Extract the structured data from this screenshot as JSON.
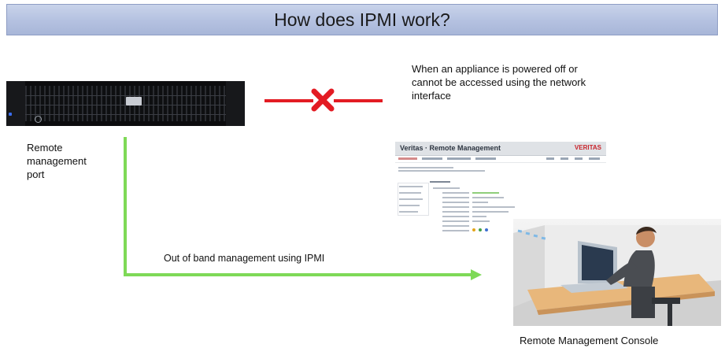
{
  "title": "How does IPMI work?",
  "appliance": {
    "label": "Remote management port"
  },
  "note": {
    "text": "When an appliance is powered off or cannot be accessed using the network interface"
  },
  "arrow": {
    "label": "Out of band management using IPMI"
  },
  "console": {
    "label": "Remote Management Console",
    "web_title": "Veritas · Remote Management",
    "web_brand": "VERITAS"
  },
  "colors": {
    "title_bar": "#b4c1e0",
    "blocked_line": "#e31b23",
    "ipmi_arrow": "#7ed957"
  },
  "icons": [
    "server-appliance-image",
    "blocked-x-icon",
    "green-arrow",
    "web-console-screenshot",
    "person-at-laptop-image"
  ]
}
